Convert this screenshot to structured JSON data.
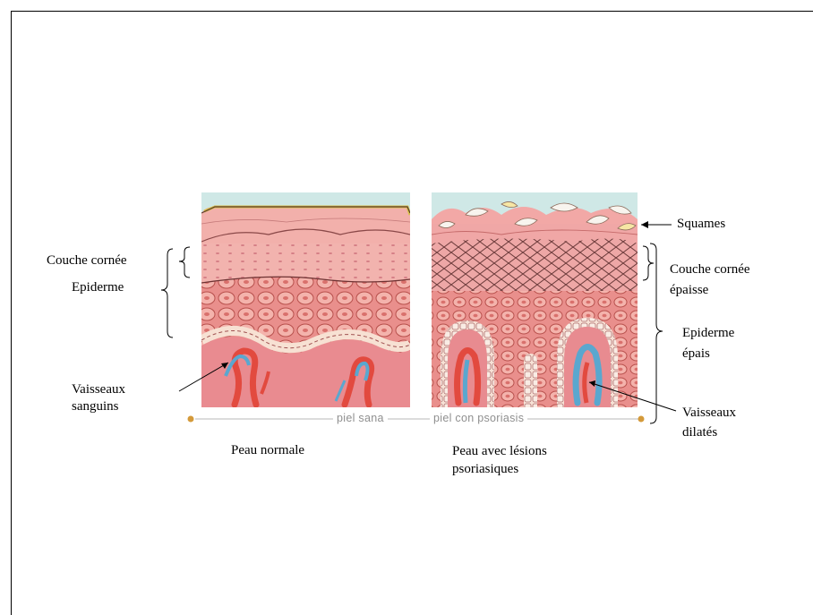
{
  "labels": {
    "couche_cornee": "Couche cornée",
    "epiderme": "Epiderme",
    "vaisseaux_sanguins_1": "Vaisseaux",
    "vaisseaux_sanguins_2": "sanguins",
    "squames": "Squames",
    "couche_cornee_epaisse_1": "Couche cornée",
    "couche_cornee_epaisse_2": "épaisse",
    "epiderme_epais_1": "Epiderme",
    "epiderme_epais_2": "épais",
    "vaisseaux_dilates_1": "Vaisseaux",
    "vaisseaux_dilates_2": "dilatés"
  },
  "captions": {
    "normal_inset": "piel sana",
    "psoriasis_inset": "piel con psoriasis",
    "normal_title": "Peau normale",
    "psoriasis_title_1": "Peau avec lésions",
    "psoriasis_title_2": "psoriasiques"
  },
  "colors": {
    "epidermis_pink": "#f2a7a3",
    "cell_fill": "#f5b8b0",
    "dermis": "#e88a8e",
    "artery_red": "#e0453d",
    "vein_blue": "#58a6cf",
    "sky": "#cfe8e6",
    "scale_yellow": "#f6e6a4"
  }
}
